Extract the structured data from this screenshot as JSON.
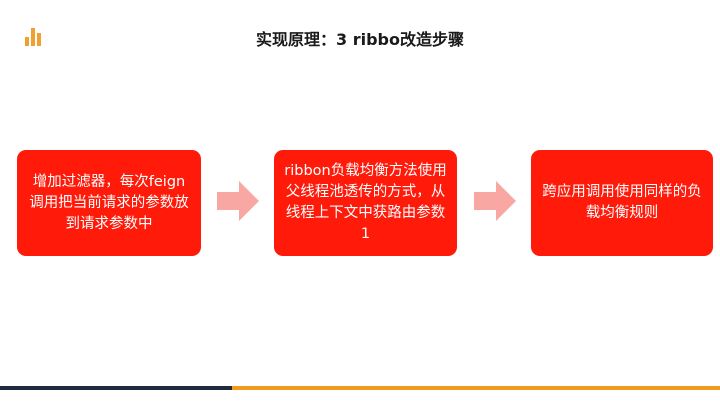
{
  "header": {
    "logo_icon": "bar-chart-icon",
    "title": "实现原理：3 ribbo改造步骤"
  },
  "steps": [
    {
      "text": "增加过滤器，每次feign调用把当前请求的参数放到请求参数中"
    },
    {
      "text": "ribbon负载均衡方法使用父线程池透传的方式，从线程上下文中获路由参数1"
    },
    {
      "text": "跨应用调用使用同样的负载均衡规则"
    }
  ],
  "colors": {
    "box": "#ff1a0a",
    "arrow": "#f9a7a2",
    "accent": "#f0a030",
    "footer_dark": "#1d2b3d",
    "footer_orange": "#f29a1c"
  }
}
